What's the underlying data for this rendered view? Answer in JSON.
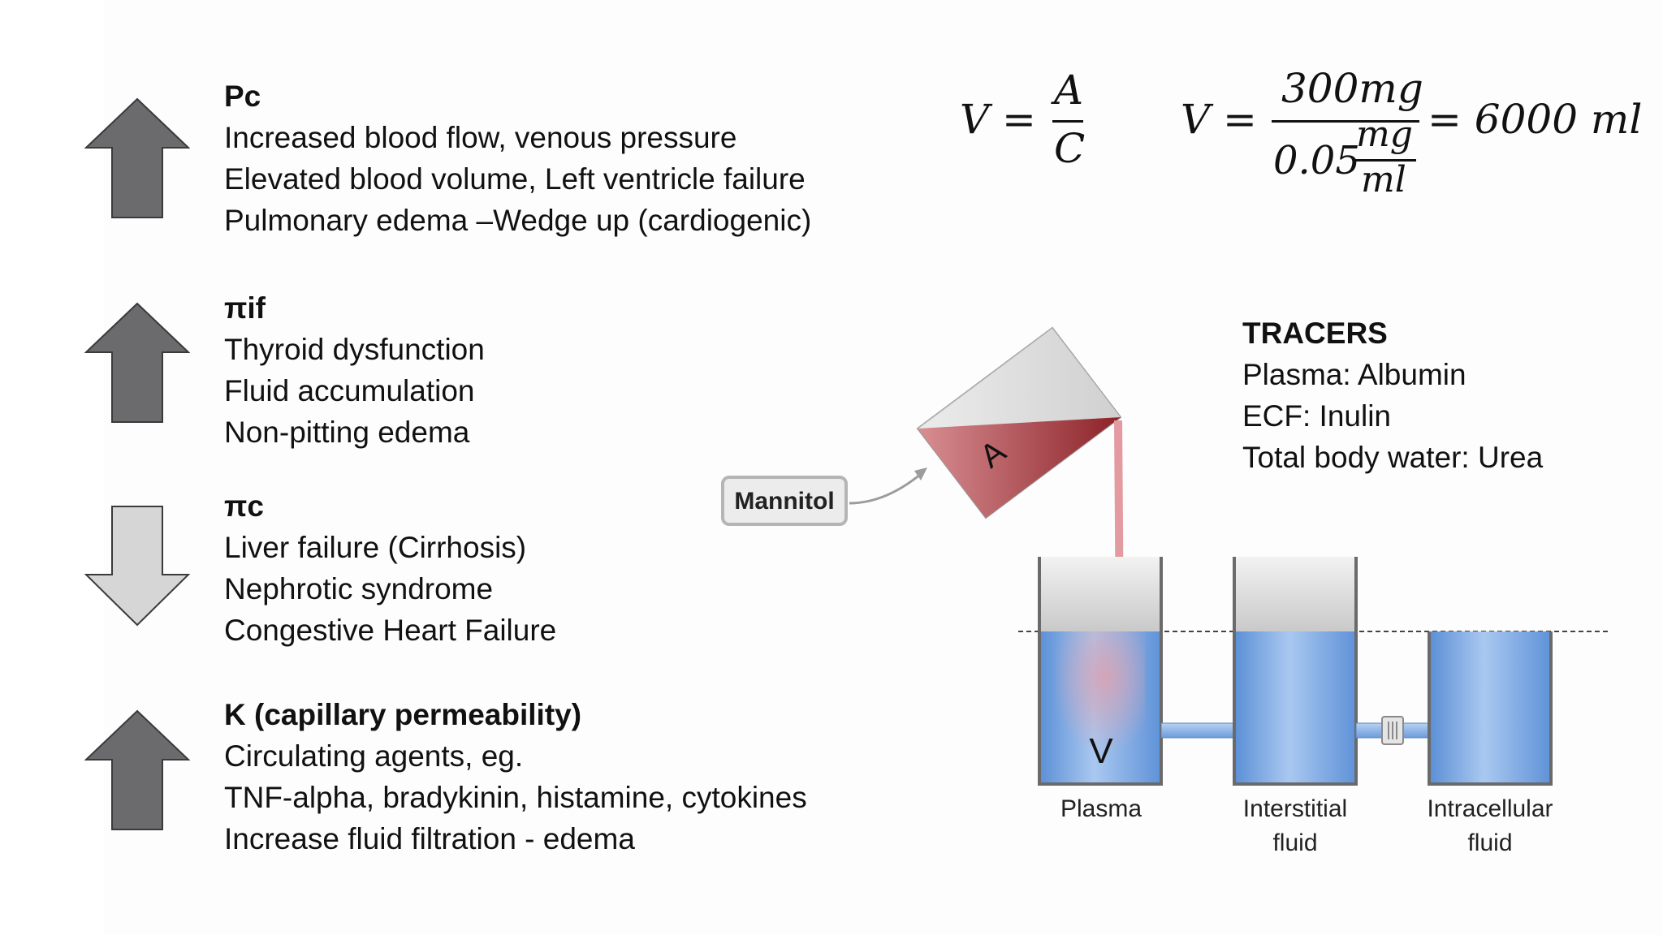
{
  "blocks": [
    {
      "heading": "Pc",
      "direction": "up",
      "lines": [
        "Increased blood flow, venous pressure",
        "Elevated blood volume, Left ventricle failure",
        "Pulmonary edema –Wedge up (cardiogenic)"
      ]
    },
    {
      "heading": "πif",
      "direction": "up",
      "lines": [
        "Thyroid dysfunction",
        "Fluid accumulation",
        "Non-pitting edema"
      ]
    },
    {
      "heading": "πc",
      "direction": "down",
      "lines": [
        "Liver failure (Cirrhosis)",
        "Nephrotic syndrome",
        "Congestive Heart Failure"
      ]
    },
    {
      "heading": "K (capillary permeability)",
      "direction": "up",
      "lines": [
        "Circulating agents, eg.",
        "TNF-alpha, bradykinin, histamine, cytokines",
        "Increase fluid filtration - edema"
      ]
    }
  ],
  "equations": {
    "formula": {
      "lhs": "V",
      "eq": "=",
      "num": "A",
      "den": "C"
    },
    "calc": {
      "lhs": "V",
      "eq": "=",
      "num": "300mg",
      "den_coef": "0.05",
      "den_num": "mg",
      "den_den": "ml",
      "result": "= 6000 ml"
    }
  },
  "tracers": {
    "heading": "TRACERS",
    "lines": [
      "Plasma: Albumin",
      "ECF: Inulin",
      "Total body water: Urea"
    ]
  },
  "diagram": {
    "mannitol_label": "Mannitol",
    "beaker_label": "A",
    "volume_label": "V",
    "compartments": [
      [
        "Plasma"
      ],
      [
        "Interstitial",
        "fluid"
      ],
      [
        "Intracellular",
        "fluid"
      ]
    ]
  },
  "colors": {
    "arrow_up": "#6b6a6c",
    "arrow_down": "#d6d6d6",
    "fluid": "#6fa0dc",
    "dye": "#a83a3e"
  }
}
